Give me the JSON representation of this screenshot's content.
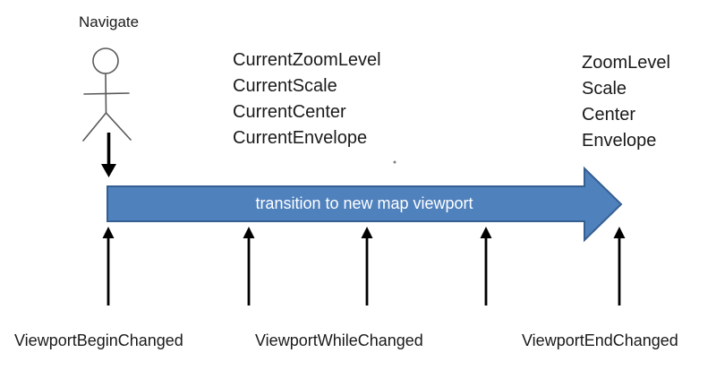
{
  "actor": {
    "label": "Navigate"
  },
  "current_properties": {
    "items": [
      "CurrentZoomLevel",
      "CurrentScale",
      "CurrentCenter",
      "CurrentEnvelope"
    ]
  },
  "new_properties": {
    "items": [
      "ZoomLevel",
      "Scale",
      "Center",
      "Envelope"
    ]
  },
  "transition_arrow": {
    "label": "transition to new map viewport",
    "fill": "#4f81bd",
    "border": "#365f91",
    "text_color": "#ffffff"
  },
  "events": [
    {
      "label": "ViewportBeginChanged"
    },
    {
      "label": "ViewportWhileChanged"
    },
    {
      "label": "ViewportEndChanged"
    }
  ],
  "colors": {
    "background": "#ffffff",
    "text": "#1a1a1a",
    "figure_stroke": "#595959",
    "event_arrow": "#000000"
  }
}
